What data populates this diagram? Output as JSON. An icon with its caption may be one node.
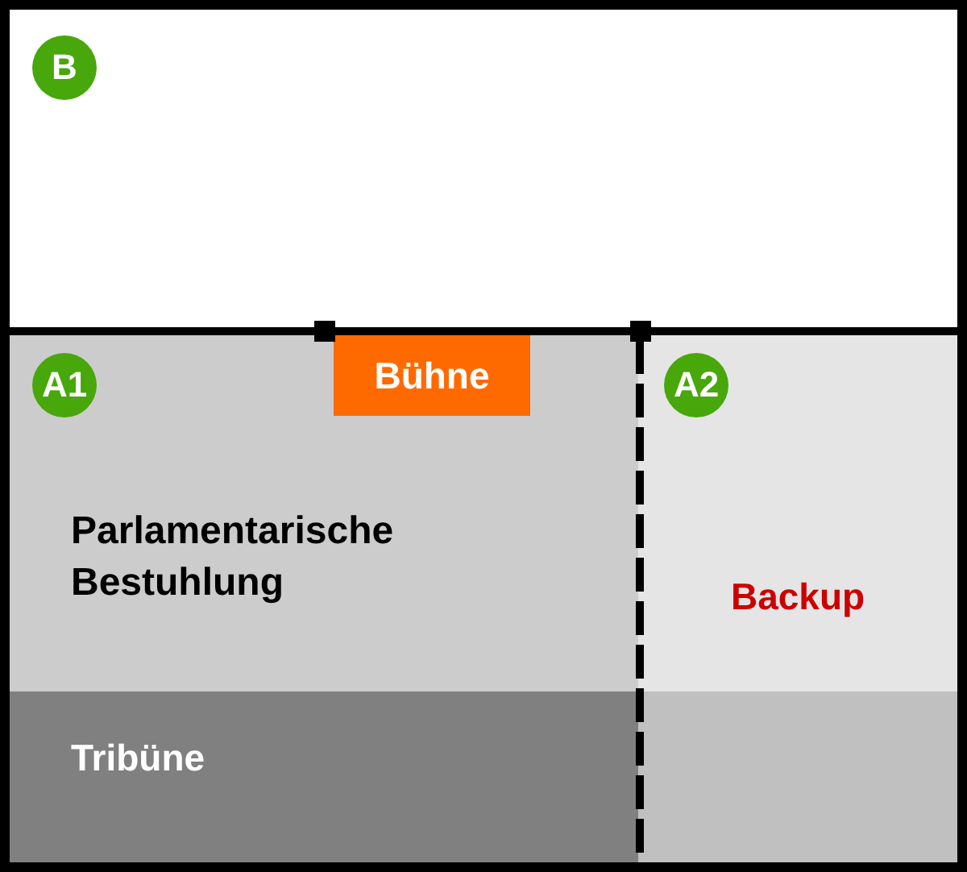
{
  "diagram": {
    "nodes": [
      {
        "text": [
          "B"
        ]
      },
      {
        "text": [
          "A1",
          "Parlamentarische Bestuhlung"
        ]
      },
      {
        "text": [
          "Bühne"
        ],
        "in": 1
      },
      {
        "text": [
          "Tribüne"
        ],
        "in": 1
      },
      {
        "text": [
          "A2",
          "Backup"
        ]
      },
      {
        "text": [],
        "shape": "box",
        "in": 4
      }
    ]
  }
}
